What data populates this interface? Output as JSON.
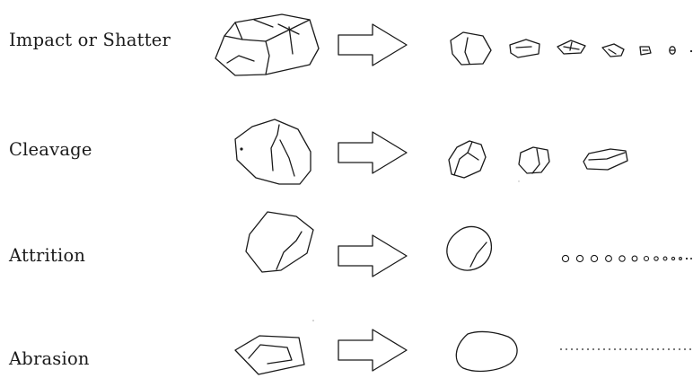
{
  "processes": [
    {
      "label": "Impact or Shatter"
    },
    {
      "label": "Cleavage"
    },
    {
      "label": "Attrition"
    },
    {
      "label": "Abrasion"
    }
  ]
}
